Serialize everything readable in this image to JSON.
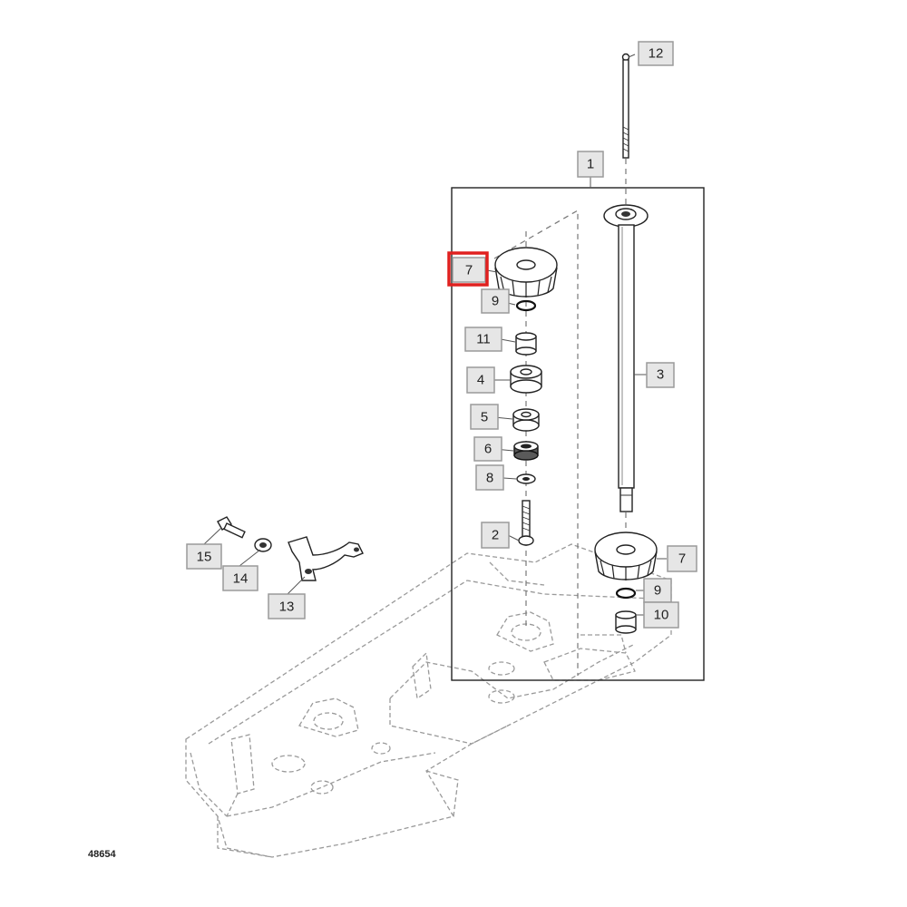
{
  "diagram": {
    "figure_id": "48654",
    "highlighted_callout": "7",
    "highlight_color": "#e0201f",
    "callouts": [
      {
        "id": "c12",
        "label": "12"
      },
      {
        "id": "c1",
        "label": "1"
      },
      {
        "id": "c7a",
        "label": "7"
      },
      {
        "id": "c9a",
        "label": "9"
      },
      {
        "id": "c11",
        "label": "11"
      },
      {
        "id": "c4",
        "label": "4"
      },
      {
        "id": "c5",
        "label": "5"
      },
      {
        "id": "c6",
        "label": "6"
      },
      {
        "id": "c8",
        "label": "8"
      },
      {
        "id": "c2",
        "label": "2"
      },
      {
        "id": "c3",
        "label": "3"
      },
      {
        "id": "c7b",
        "label": "7"
      },
      {
        "id": "c9b",
        "label": "9"
      },
      {
        "id": "c10",
        "label": "10"
      },
      {
        "id": "c15",
        "label": "15"
      },
      {
        "id": "c14",
        "label": "14"
      },
      {
        "id": "c13",
        "label": "13"
      }
    ]
  }
}
